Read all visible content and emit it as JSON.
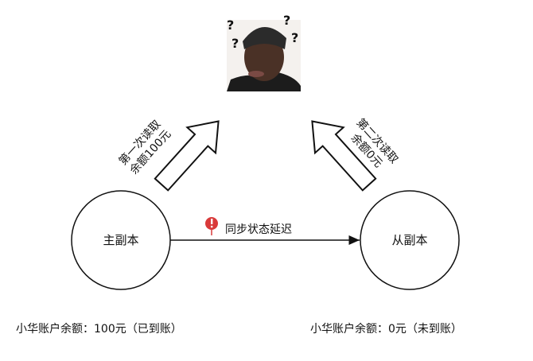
{
  "primary": {
    "label": "主副本",
    "balance_text": "小华账户余额：100元（已到账）"
  },
  "replica": {
    "label": "从副本",
    "balance_text": "小华账户余额：0元（未到账）"
  },
  "sync": {
    "label": "同步状态延迟",
    "icon": "warning-icon",
    "color": "#d93a3a"
  },
  "read1": {
    "line1": "第一次读取",
    "line2": "余额100元"
  },
  "read2": {
    "line1": "第二次读取",
    "line2": "余额0元"
  },
  "user": {
    "icon": "confused-person-image",
    "marks": [
      "?",
      "?",
      "?",
      "?"
    ]
  }
}
